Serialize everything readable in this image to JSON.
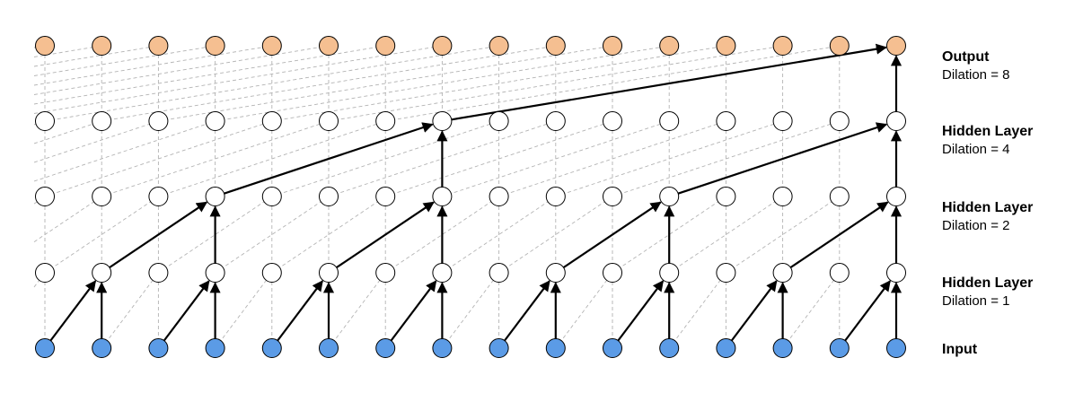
{
  "colors": {
    "input_fill": "#5b9be6",
    "output_fill": "#f5bf91",
    "hidden_fill": "#ffffff",
    "node_stroke": "#000000",
    "guide_line": "#b3b3b3",
    "arrow": "#000000"
  },
  "diagram": {
    "nodes_per_layer": 16,
    "layers": [
      {
        "id": "input",
        "name": "Input",
        "dilation_text": "",
        "fill": "input"
      },
      {
        "id": "hidden1",
        "name": "Hidden Layer",
        "dilation_text": "Dilation = 1",
        "fill": "hidden"
      },
      {
        "id": "hidden2",
        "name": "Hidden Layer",
        "dilation_text": "Dilation = 2",
        "fill": "hidden"
      },
      {
        "id": "hidden3",
        "name": "Hidden Layer",
        "dilation_text": "Dilation = 4",
        "fill": "hidden"
      },
      {
        "id": "output",
        "name": "Output",
        "dilation_text": "Dilation = 8",
        "fill": "output"
      }
    ]
  }
}
